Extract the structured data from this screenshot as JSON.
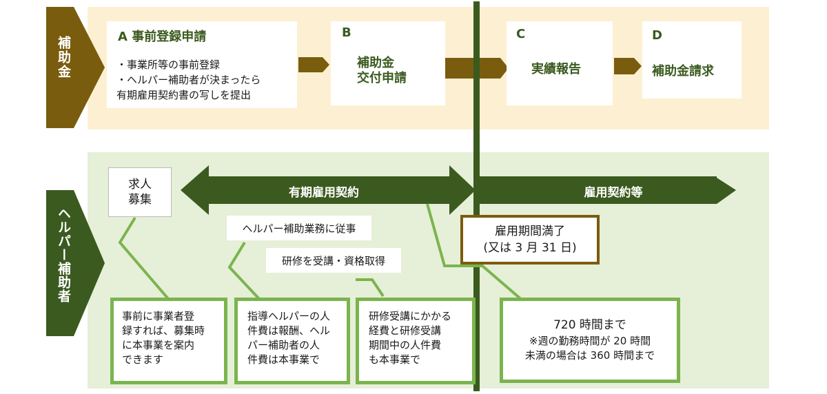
{
  "top_section": {
    "label": "補助金",
    "steps": [
      {
        "letter": "A",
        "title": "事前登録申請",
        "lines": [
          "・事業所等の事前登録",
          "・ヘルパー補助者が決まったら",
          "有期雇用契約書の写しを提出"
        ]
      },
      {
        "letter": "B",
        "title_lines": [
          "補助金",
          "交付申請"
        ]
      },
      {
        "letter": "C",
        "title": "実績報告"
      },
      {
        "letter": "D",
        "title": "補助金請求"
      }
    ]
  },
  "bottom_section": {
    "label": "ヘルパー補助者",
    "recruit_box": [
      "求人",
      "募集"
    ],
    "fixed_term_contract": "有期雇用契約",
    "employment_contract": "雇用契約等",
    "task_labels": [
      "ヘルパー補助業務に従事",
      "研修を受講・資格取得"
    ],
    "period_end": [
      "雇用期間満了",
      "(又は 3 月 31 日)"
    ],
    "notes": [
      [
        "事前に事業者登",
        "録すれば、募集時",
        "に本事業を案内",
        "できます"
      ],
      [
        "指導ヘルパーの人",
        "件費は報酬、ヘル",
        "パー補助者の人",
        "件費は本事業で"
      ],
      [
        "研修受講にかかる",
        "経費と研修受講",
        "期間中の人件費",
        "も本事業で"
      ],
      [
        "720 時間まで",
        "※週の勤務時間が 20 時間",
        "未満の場合は 360 時間まで"
      ]
    ]
  },
  "colors": {
    "top_band": "#fdf0d2",
    "bottom_band": "#e6efd7",
    "brown": "#7a5c0e",
    "dark_green": "#3b5a1f",
    "light_green": "#7bb44f"
  }
}
